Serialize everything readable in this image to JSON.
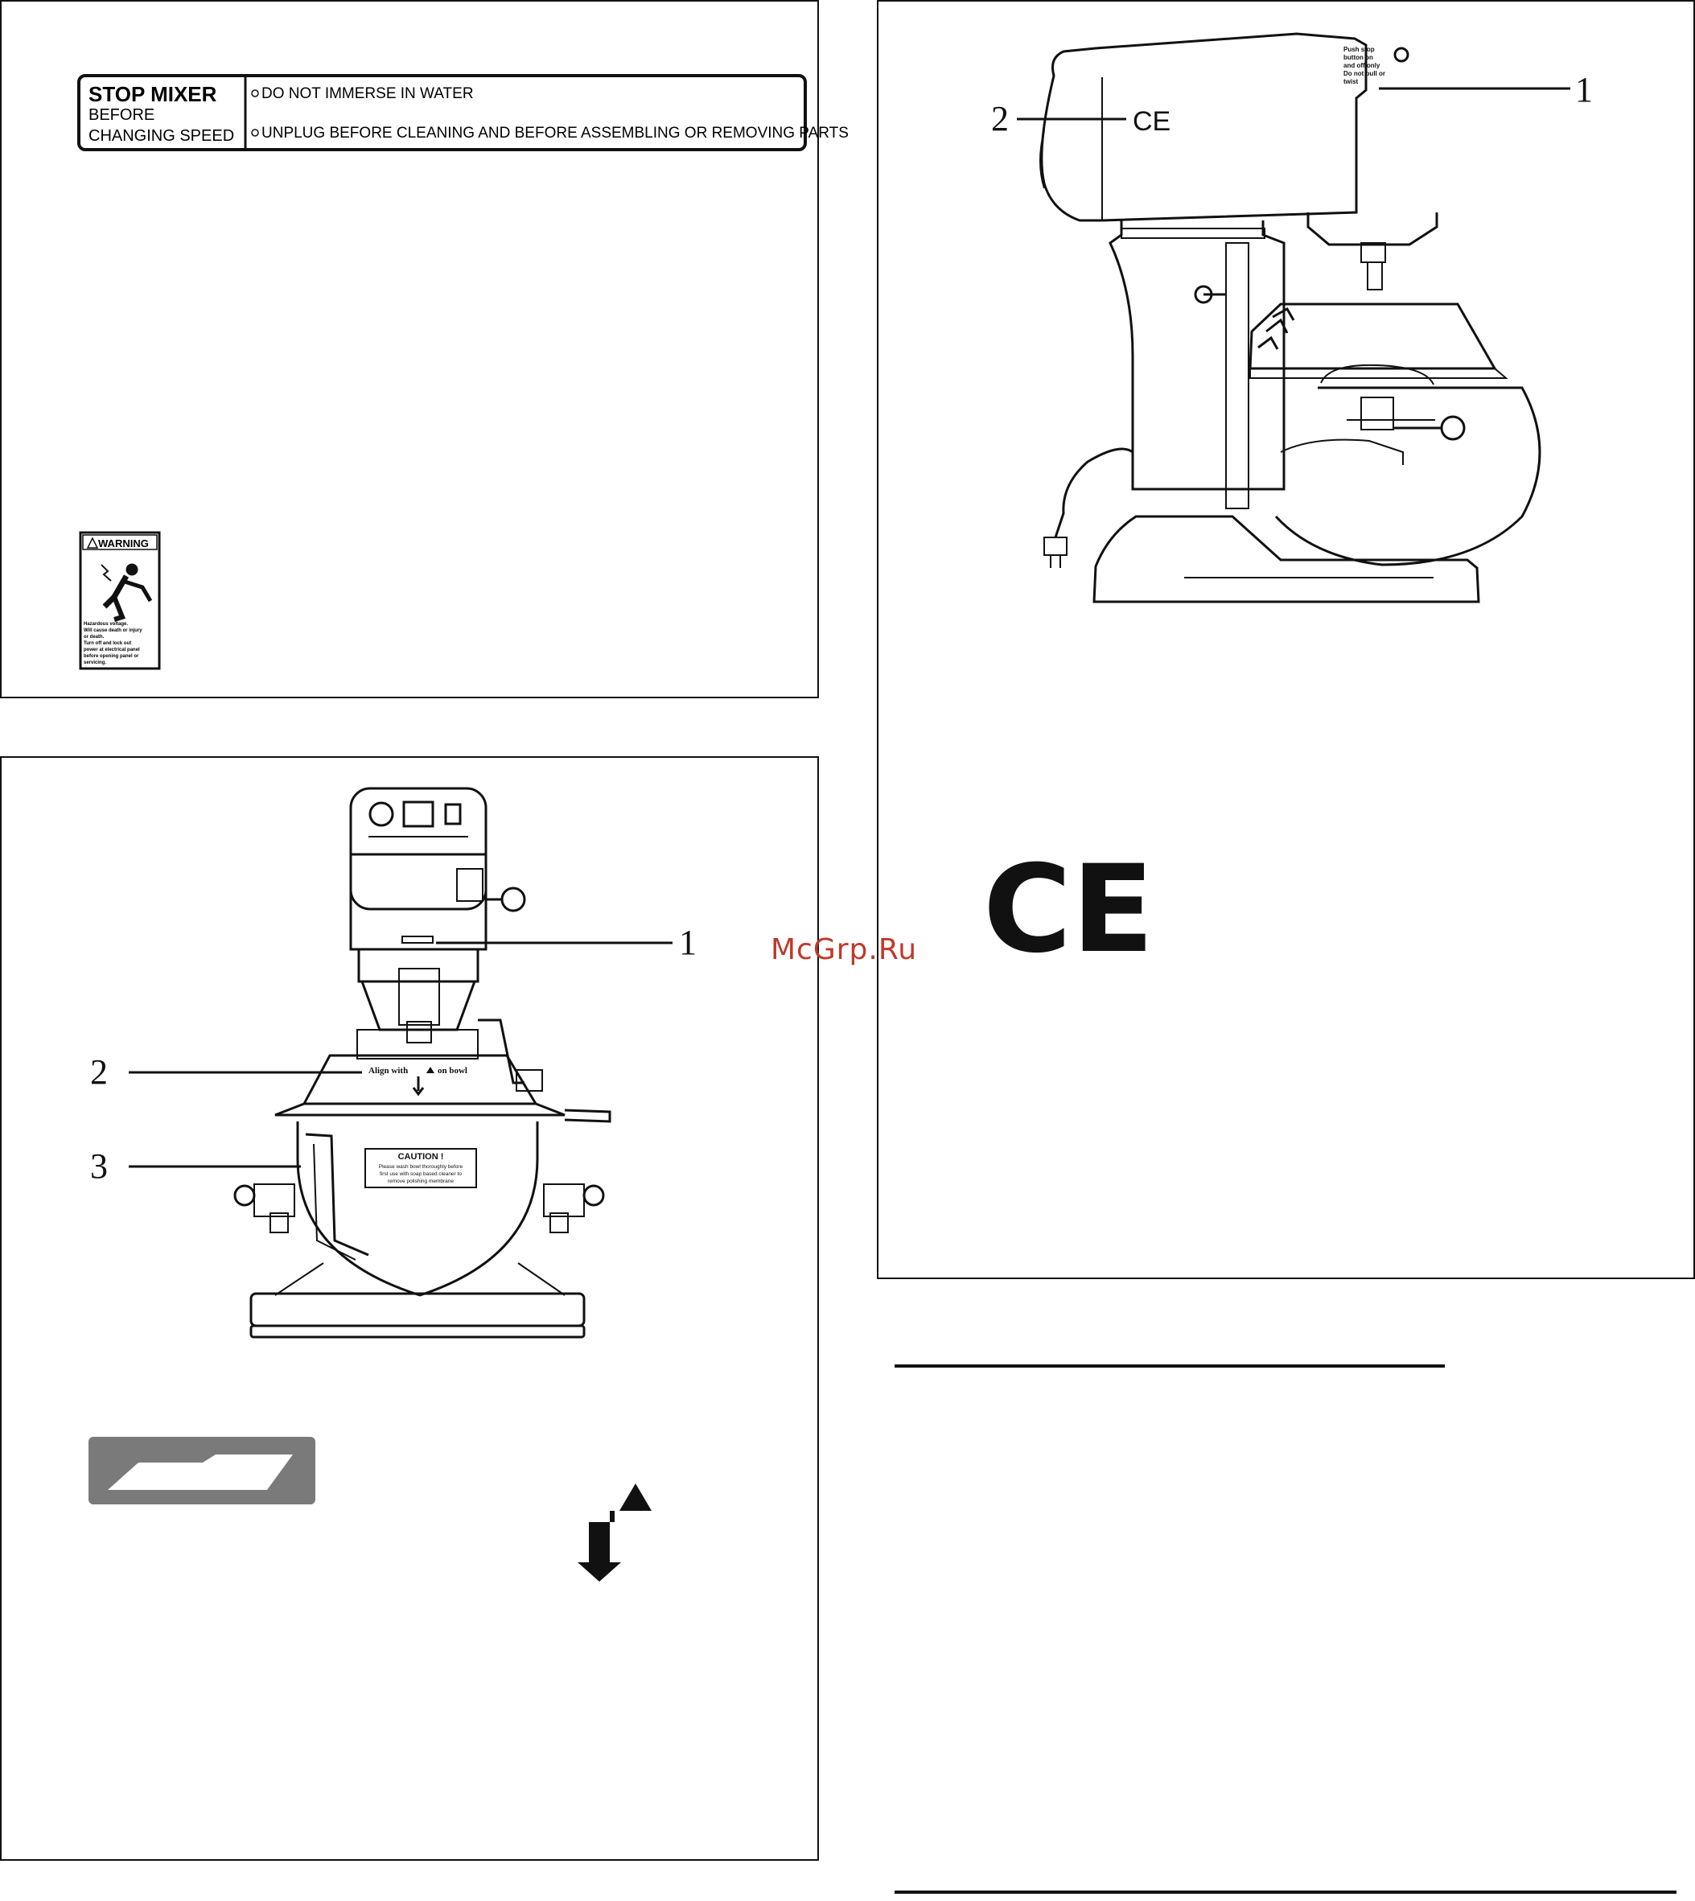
{
  "warning_label": {
    "left_line1": "STOP MIXER",
    "left_line2": "BEFORE",
    "left_line3": "CHANGING SPEED",
    "right_line1": "DO NOT IMMERSE IN WATER",
    "right_line2": "UNPLUG BEFORE CLEANING AND BEFORE ASSEMBLING OR REMOVING PARTS"
  },
  "shock_label": {
    "header": "WARNING",
    "body_lines": [
      "Hazardous voltage.",
      "Will cause death or injury",
      "or death.",
      "Turn off and lock out",
      "power at electrical panel",
      "before opening panel or",
      "servicing."
    ]
  },
  "front_view": {
    "callouts": [
      "1",
      "2",
      "3"
    ],
    "align_text_a": "Align with",
    "align_text_b": "on bowl",
    "caution_title": "CAUTION !",
    "caution_lines": [
      "Please wash bowl thoroughly before",
      "first use with soap based cleaner to",
      "remove polishing membrane"
    ]
  },
  "side_view": {
    "callouts": [
      "1",
      "2"
    ],
    "push_label_lines": [
      "Push stop",
      "button on",
      "and off only",
      "Do not pull or",
      "twist"
    ],
    "ce_small": "CE",
    "ce_large": "CE"
  },
  "watermark": "McGrp.Ru",
  "colors": {
    "ink": "#111111",
    "badge_gray": "#7a7a7a",
    "watermark": "#c0392b"
  }
}
